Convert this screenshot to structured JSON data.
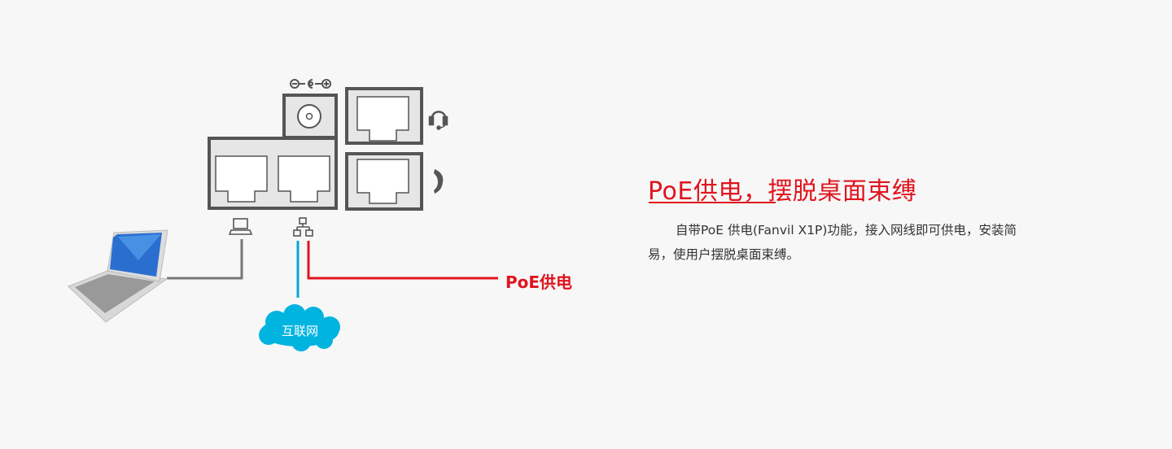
{
  "heading": "PoE供电，摆脱桌面束缚",
  "description": "自带PoE 供电(Fanvil X1P)功能，接入网线即可供电，安装简易，使用户摆脱桌面束缚。",
  "diagram": {
    "poe_label": "PoE供电",
    "cloud_label": "互联网",
    "icons": [
      "power-jack-icon",
      "headset-icon",
      "handset-icon",
      "pc-icon",
      "network-icon",
      "laptop-icon",
      "cloud-icon"
    ]
  },
  "colors": {
    "accent": "#e0141e",
    "internet_line": "#00a8d8",
    "cloud": "#00b4e0",
    "pc_line": "#777777"
  }
}
